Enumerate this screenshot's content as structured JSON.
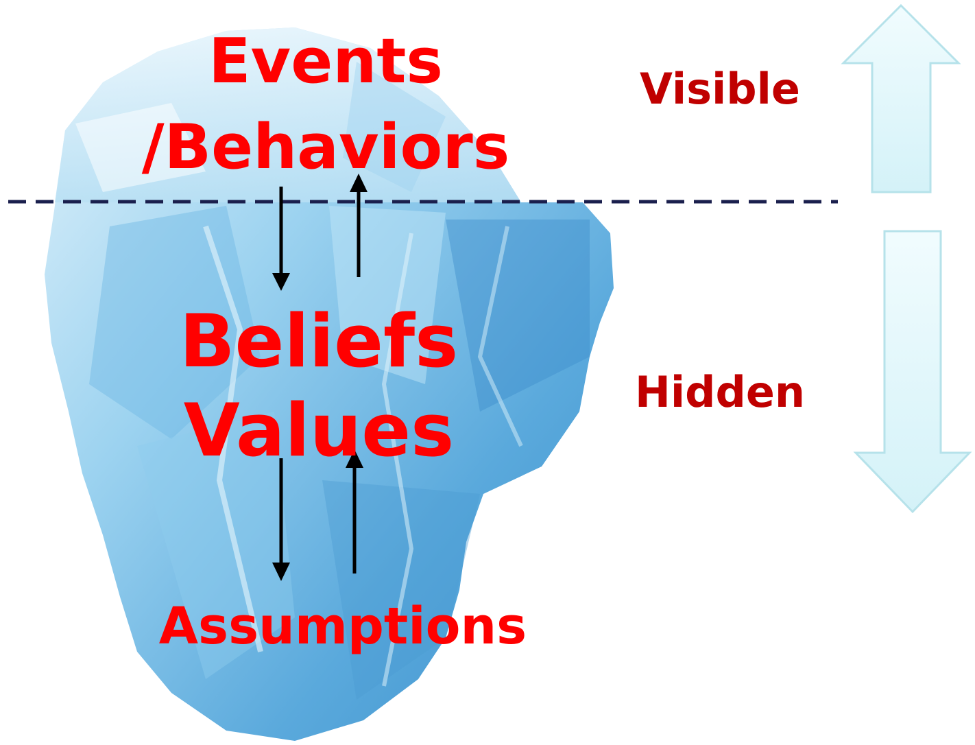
{
  "layers": {
    "events": "Events",
    "behaviors": "/Behaviors",
    "beliefs": "Beliefs",
    "values": "Values",
    "assumptions": "Assumptions"
  },
  "zones": {
    "visible": "Visible",
    "hidden": "Hidden"
  },
  "colors": {
    "layer_text": "#ff0000",
    "zone_text": "#c00000",
    "waterline": "#1a1f4d",
    "iceberg_light": "#d6eefa",
    "iceberg_mid": "#7ec3ea",
    "iceberg_dark": "#3f95cf",
    "side_arrow_fill": "#e2f8fd",
    "side_arrow_stroke": "#b6e2ea",
    "flow_arrow": "#000000"
  },
  "icons": {
    "iceberg": "iceberg-illustration",
    "visible_arrow": "up-arrow-icon",
    "hidden_arrow": "down-arrow-icon"
  }
}
